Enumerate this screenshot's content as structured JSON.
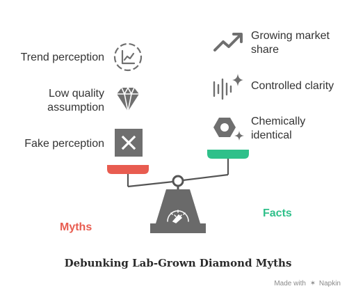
{
  "myths": [
    {
      "label": "Trend perception",
      "icon": "trend-chart-icon"
    },
    {
      "label": "Low quality assumption",
      "icon": "diamond-icon"
    },
    {
      "label": "Fake perception",
      "icon": "x-box-icon"
    }
  ],
  "facts": [
    {
      "label": "Growing market share",
      "icon": "trending-up-icon"
    },
    {
      "label": "Controlled clarity",
      "icon": "sparkle-bars-icon"
    },
    {
      "label": "Chemically identical",
      "icon": "hexagon-nut-icon"
    }
  ],
  "categories": {
    "myths": "Myths",
    "facts": "Facts"
  },
  "colors": {
    "myths": "#e85c50",
    "facts": "#2fc08a",
    "icon": "#6f6f6f",
    "scale": "#555555"
  },
  "title": "Debunking Lab-Grown Diamond Myths",
  "credit": {
    "prefix": "Made with",
    "brand": "Napkin"
  }
}
